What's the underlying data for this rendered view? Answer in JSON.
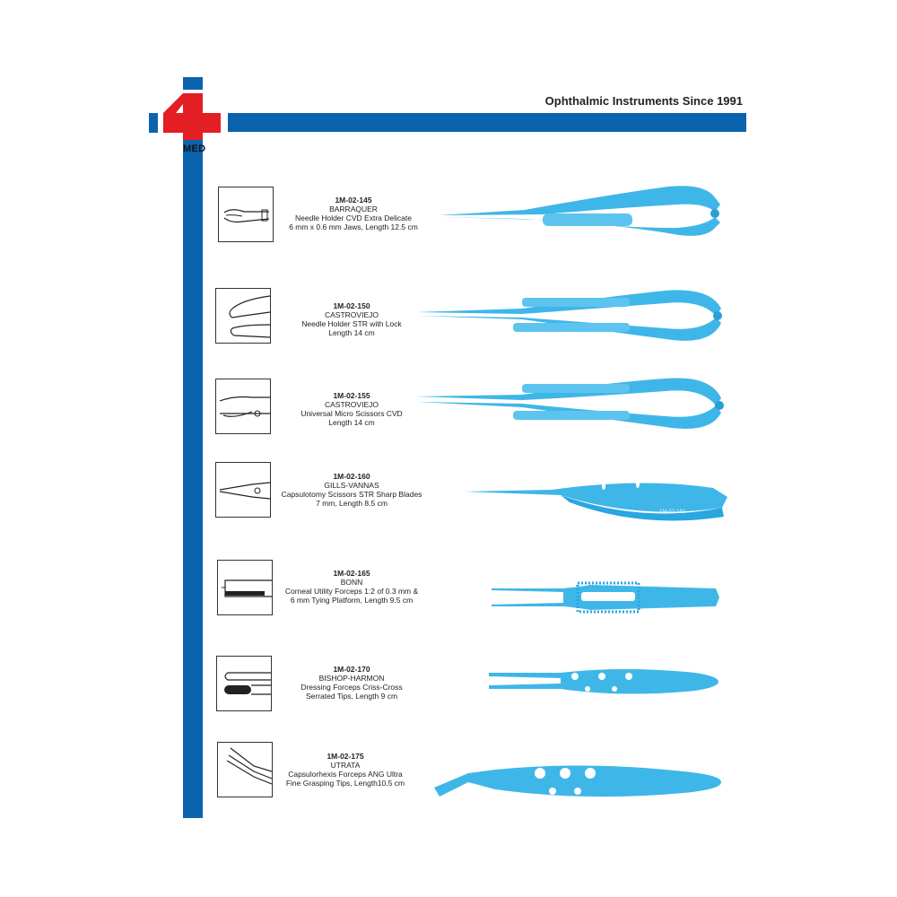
{
  "header": {
    "tagline": "Ophthalmic Instruments Since 1991",
    "logo_text": "MED",
    "colors": {
      "brand_blue": "#0a64ad",
      "brand_red": "#e31e24",
      "instrument_blue": "#3fb6e8"
    }
  },
  "products": [
    {
      "code": "1M-02-145",
      "name": "BARRAQUER",
      "line1": "Needle Holder CVD Extra Delicate",
      "line2": "6 mm x 0.6 mm Jaws, Length 12.5 cm"
    },
    {
      "code": "1M-02-150",
      "name": "CASTROVIEJO",
      "line1": "Needle Holder STR with Lock",
      "line2": "Length 14 cm"
    },
    {
      "code": "1M-02-155",
      "name": "CASTROVIEJO",
      "line1": "Universal Micro Scissors CVD",
      "line2": "Length 14 cm"
    },
    {
      "code": "1M-02-160",
      "name": "GILLS-VANNAS",
      "line1": "Capsulotomy Scissors STR Sharp Blades",
      "line2": "7 mm, Length 8.5 cm",
      "engraving": "1M-02-160"
    },
    {
      "code": "1M-02-165",
      "name": "BONN",
      "line1": "Corneal Utility Forceps 1:2 of 0.3 mm &",
      "line2": "6 mm Tying Platform, Length 9.5 cm"
    },
    {
      "code": "1M-02-170",
      "name": "BISHOP-HARMON",
      "line1": "Dressing Forceps Criss-Cross",
      "line2": "Serrated Tips, Length 9 cm"
    },
    {
      "code": "1M-02-175",
      "name": "UTRATA",
      "line1": "Capsulorhexis Forceps ANG Ultra",
      "line2": "Fine Grasping Tips, Length10.5 cm"
    }
  ]
}
